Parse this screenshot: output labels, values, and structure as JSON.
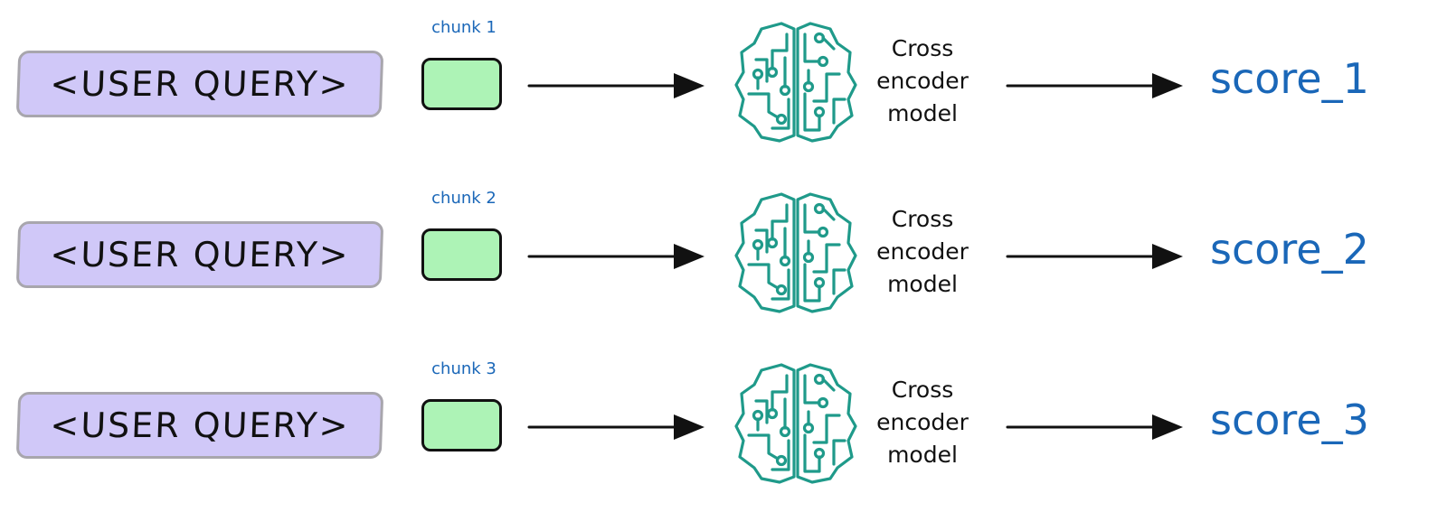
{
  "rows": [
    {
      "query_label": "<USER QUERY>",
      "chunk_label": "chunk 1",
      "model_label": [
        "Cross",
        "encoder",
        "model"
      ],
      "score_label": "score_1"
    },
    {
      "query_label": "<USER QUERY>",
      "chunk_label": "chunk 2",
      "model_label": [
        "Cross",
        "encoder",
        "model"
      ],
      "score_label": "score_2"
    },
    {
      "query_label": "<USER QUERY>",
      "chunk_label": "chunk 3",
      "model_label": [
        "Cross",
        "encoder",
        "model"
      ],
      "score_label": "score_3"
    }
  ],
  "colors": {
    "query_fill": "#d0c8f8",
    "query_border": "#a8a6ad",
    "chunk_fill": "#adf3b6",
    "chunk_border": "#111111",
    "brain_stroke": "#1f9a8a",
    "accent_blue": "#1a67b8",
    "arrow": "#111111"
  },
  "icons": {
    "model": "brain-circuit-icon",
    "connector": "arrow-right-icon"
  }
}
